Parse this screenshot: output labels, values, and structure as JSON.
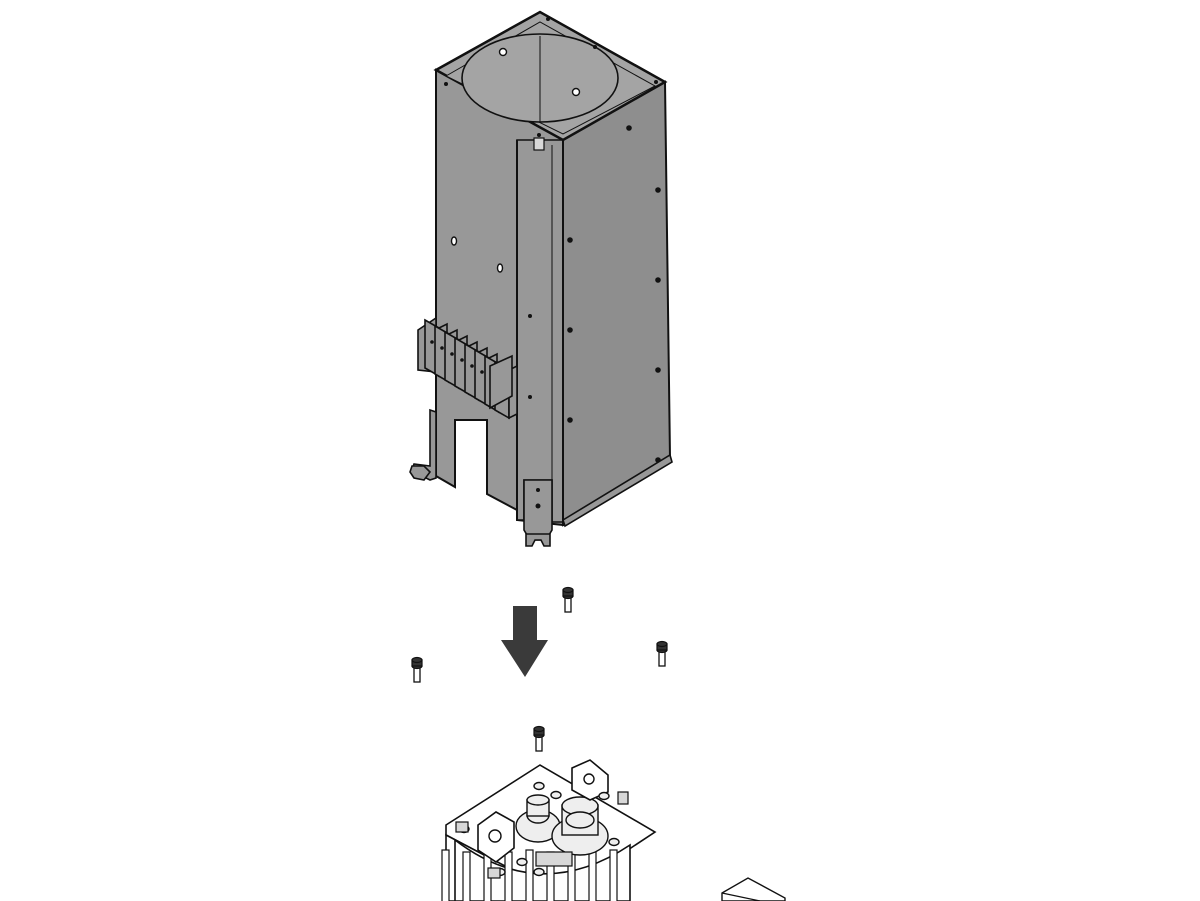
{
  "diagram": {
    "kind": "exploded-assembly",
    "direction": "down",
    "colors": {
      "background": "#ffffff",
      "panel_front": "#989898",
      "panel_side": "#8e8e8e",
      "panel_top": "#a4a4a4",
      "line": "#111111",
      "arrow": "#3a3a3a"
    },
    "parts": [
      {
        "name": "housing-enclosure",
        "icon": "rectangular-housing"
      },
      {
        "name": "terminal-block",
        "icon": "terminal-fins"
      },
      {
        "name": "mounting-screw",
        "icon": "cap-screw",
        "count": 4
      },
      {
        "name": "base-assembly",
        "icon": "motor-base"
      },
      {
        "name": "side-component",
        "icon": "box-outline"
      }
    ],
    "arrow": {
      "icon": "arrow-down-icon",
      "meaning": "assembly-direction"
    }
  }
}
